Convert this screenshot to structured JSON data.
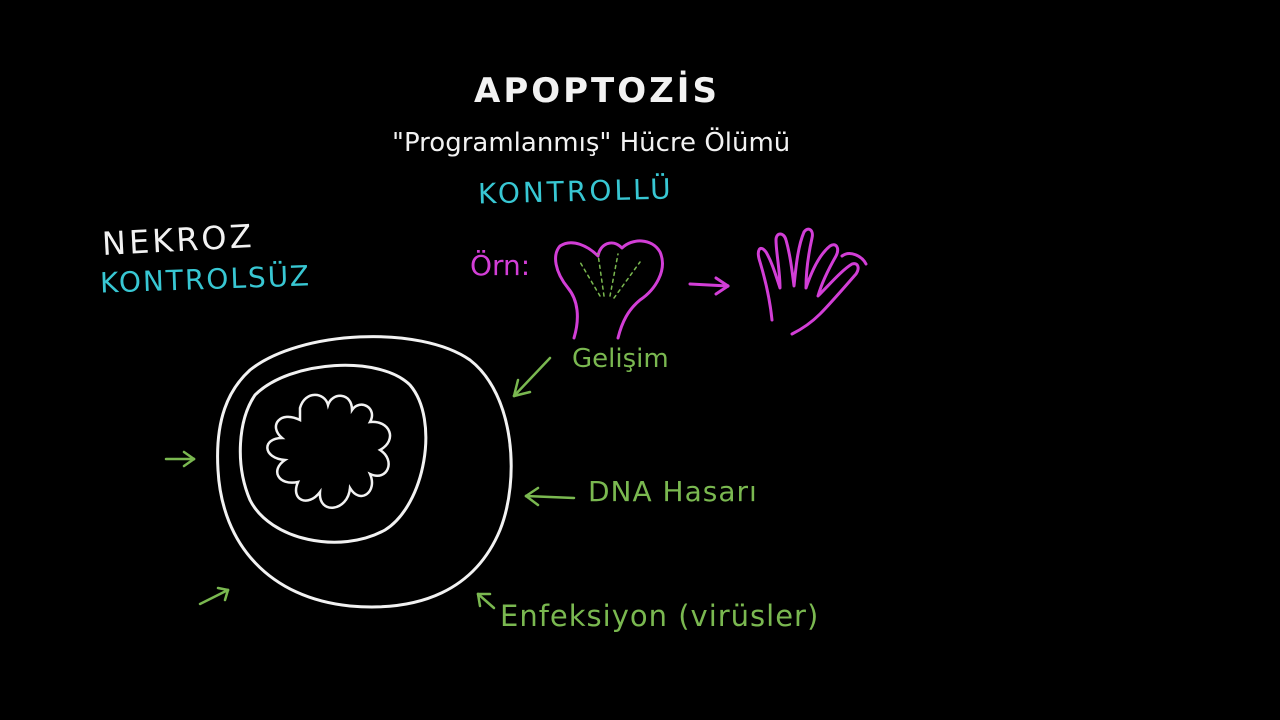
{
  "apoptosis": {
    "title": "APOPTOZİS",
    "subtitle": "\"Programlanmış\" Hücre Ölümü",
    "kind": "KONTROLLÜ",
    "example_label": "Örn:"
  },
  "necrosis": {
    "title": "NEKROZ",
    "kind": "KONTROLSÜZ"
  },
  "causes": {
    "development": "Gelişim",
    "dna_damage": "DNA Hasarı",
    "infection": "Enfeksiyon (virüsler)"
  },
  "colors": {
    "background": "#000000",
    "white": "#f2f2f2",
    "cyan": "#38c7d3",
    "green": "#7ab850",
    "magenta": "#d23ed6"
  },
  "icons": [
    "hand-bud-icon",
    "hand-icon",
    "right-arrow-icon",
    "cell-icon",
    "nucleus-icon"
  ]
}
